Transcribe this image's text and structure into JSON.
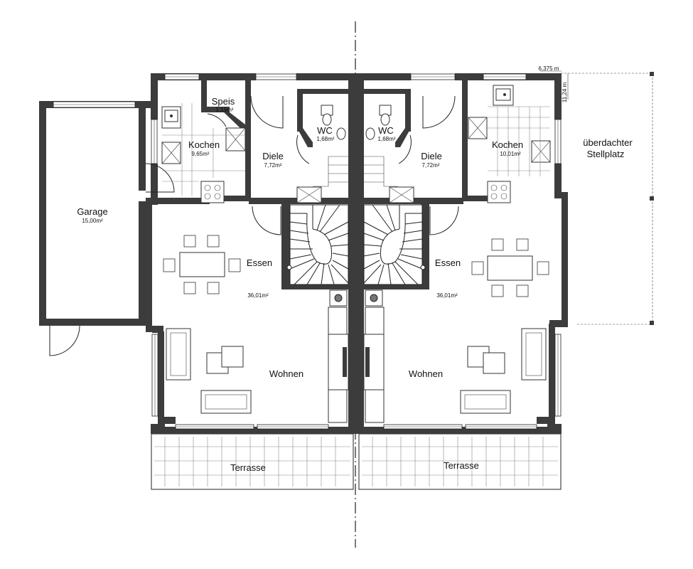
{
  "labels": {
    "garage": "Garage",
    "garage_area": "15,00m²",
    "speis": "Speis",
    "speis_area": "1,19m²",
    "kochen_left": "Kochen",
    "kochen_left_area": "9,65m²",
    "wc_left": "WC",
    "wc_left_area": "1,68m²",
    "diele_left": "Diele",
    "diele_left_area": "7,72m²",
    "essen_left": "Essen",
    "living_left_area": "36,01m²",
    "wohnen_left": "Wohnen",
    "terrasse_left": "Terrasse",
    "wc_right": "WC",
    "wc_right_area": "1,68m²",
    "diele_right": "Diele",
    "diele_right_area": "7,72m²",
    "kochen_right": "Kochen",
    "kochen_right_area": "10,01m²",
    "essen_right": "Essen",
    "living_right_area": "36,01m²",
    "wohnen_right": "Wohnen",
    "terrasse_right": "Terrasse",
    "carport_line1": "überdachter",
    "carport_line2": "Stellplatz",
    "dim_width": "6,375 m",
    "dim_depth": "11,24 m"
  },
  "colors": {
    "wall": "#3c3c3c",
    "line": "#222222",
    "background": "#ffffff"
  }
}
